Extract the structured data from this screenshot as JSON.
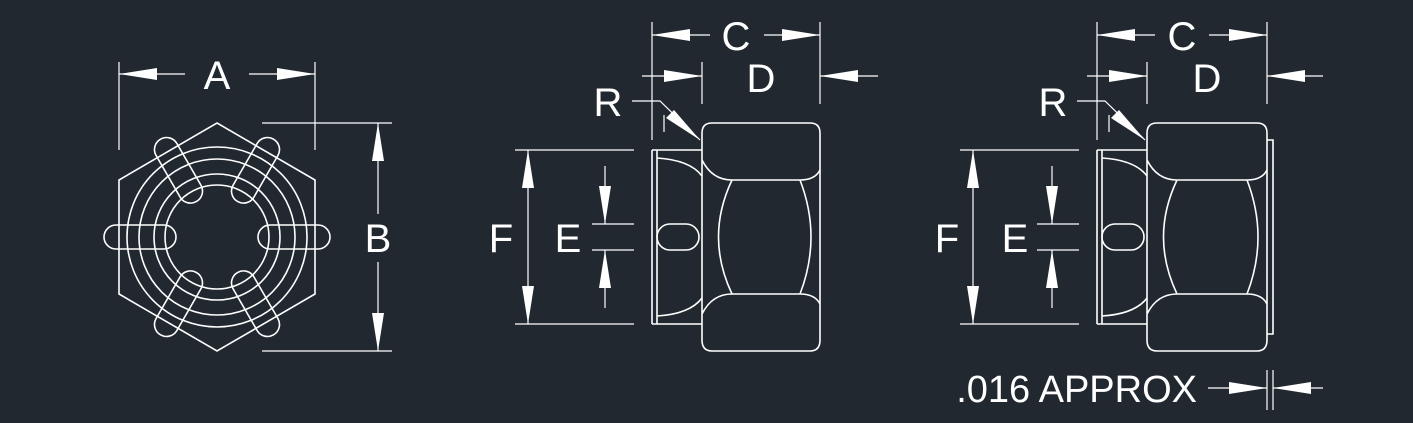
{
  "colors": {
    "background": "#212830",
    "line": "#ffffff"
  },
  "front_view": {
    "dim_width": "A",
    "dim_height": "B"
  },
  "side_view": {
    "dim_overall": "C",
    "dim_hex": "D",
    "dim_radius": "R",
    "dim_slot": "E",
    "dim_crown": "F"
  },
  "side_view_alt": {
    "dim_overall": "C",
    "dim_hex": "D",
    "dim_radius": "R",
    "dim_slot": "E",
    "dim_crown": "F",
    "note": ".016 APPROX"
  }
}
